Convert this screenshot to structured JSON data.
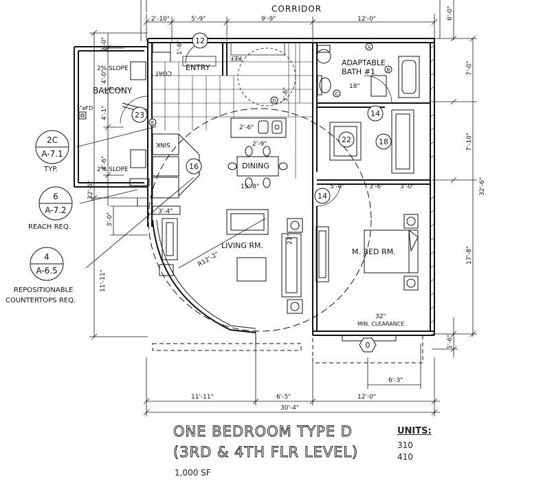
{
  "labels": {
    "corridor": "CORRIDOR",
    "balcony": "BALCONY",
    "entry": "ENTRY",
    "coat": "COAT",
    "ref": "REF.",
    "adaptable_bath_line1": "ADAPTABLE",
    "adaptable_bath_line2": "BATH #1",
    "dining": "DINING",
    "living": "LIVING RM.",
    "bedroom": "M. BED RM.",
    "sink": "SINK",
    "slope_top": "2% SLOPE",
    "slope_bottom": "2% SLOPE",
    "floor_drain": "3\"øFD",
    "min_clearance": "MIN. CLEARANCE",
    "radius": "R12'-2\"",
    "typ": "TYP.",
    "reach_req": "REACH REQ.",
    "repositionable_1": "REPOSITIONABLE",
    "repositionable_2": "COUNTERTOPS REQ."
  },
  "tags": [
    "12",
    "23",
    "16",
    "14",
    "18",
    "22",
    "14",
    "0"
  ],
  "small_tags": [
    "A",
    "B",
    "C",
    "D",
    "E"
  ],
  "callouts": [
    {
      "top": "2C",
      "bottom": "A-7.1"
    },
    {
      "top": "6",
      "bottom": "A-7.2"
    },
    {
      "top": "4",
      "bottom": "A-6.5"
    }
  ],
  "dims": {
    "top_1": "2'-10\"",
    "top_2": "5'-9\"",
    "top_3": "9'-9\"",
    "top_4": "12'-0\"",
    "right_top": "6'-0\"",
    "right_1": "7'-0\"",
    "right_2": "7'-10\"",
    "right_3": "17'-8\"",
    "right_total": "32'-6\"",
    "right_bottom": "1'-6\"",
    "left_1": "2'-0\"",
    "left_2": "4'-0\"",
    "left_3": "4'-1\"",
    "left_4": "4'-6\"",
    "left_5": "32'-6\"",
    "left_6": "3'-0\"",
    "left_7": "11'-11\"",
    "entry_dim": "1'-6\"",
    "kitchen_3_6": "3'-6\"",
    "bath_18": "18\"",
    "dining_2_6": "2'-6\"",
    "dining_2_9": "2'-9\"",
    "dining_15_8": "15'-8\"",
    "closet_5_0": "5'-0\"",
    "closet_3_6": "3'-6\"",
    "closet_3_0": "3'-0\"",
    "counter_3_4": "3'-4\"",
    "living_21": "21\"",
    "clear_32": "32\"",
    "bottom_dim": "6'-3\"",
    "bot_1": "11'-11\"",
    "bot_2": "6'-5\"",
    "bot_3": "12'-0\"",
    "bot_total": "30'-4\""
  },
  "title": {
    "line1": "ONE BEDROOM TYPE D",
    "line2": "(3RD & 4TH FLR LEVEL)",
    "area": "1,000 SF",
    "units_label": "UNITS:",
    "units": [
      "310",
      "410"
    ]
  }
}
